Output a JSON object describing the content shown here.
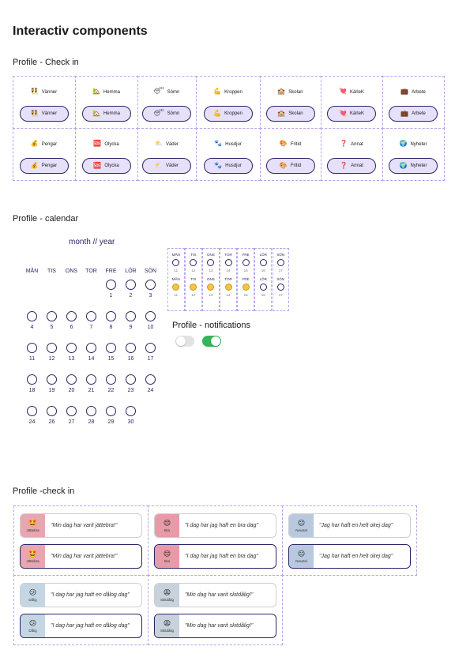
{
  "page": {
    "title": "Interactiv components",
    "section_checkin": "Profile - Check in",
    "section_calendar": "Profile - calendar",
    "section_notifications": "Profile - notifications",
    "section_moods": "Profile -check in"
  },
  "checkin": {
    "items": [
      {
        "emoji": "👯",
        "label": "Vänner"
      },
      {
        "emoji": "🏡",
        "label": "Hemma"
      },
      {
        "emoji": "😴",
        "label": "Sömn"
      },
      {
        "emoji": "💪",
        "label": "Kroppen"
      },
      {
        "emoji": "🏫",
        "label": "Skolan"
      },
      {
        "emoji": "💘",
        "label": "KärleK"
      },
      {
        "emoji": "💼",
        "label": "Arbete"
      },
      {
        "emoji": "💰",
        "label": "Pengar"
      },
      {
        "emoji": "🆘",
        "label": "Olycka"
      },
      {
        "emoji": "⛅",
        "label": "Väder"
      },
      {
        "emoji": "🐾",
        "label": "Husdjur"
      },
      {
        "emoji": "🎨",
        "label": "Fritid"
      },
      {
        "emoji": "❓",
        "label": "Annat"
      },
      {
        "emoji": "🌍",
        "label": "Nyheter"
      }
    ]
  },
  "calendar": {
    "title": "month // year",
    "weekdays": [
      "MÅN",
      "TIS",
      "ONS",
      "TOR",
      "FRE",
      "LÖR",
      "SÖN"
    ],
    "weeks": [
      [
        "",
        "",
        "",
        "",
        "1",
        "2",
        "3"
      ],
      [
        "4",
        "5",
        "6",
        "7",
        "8",
        "9",
        "10"
      ],
      [
        "11",
        "12",
        "13",
        "14",
        "15",
        "16",
        "17"
      ],
      [
        "18",
        "19",
        "20",
        "21",
        "22",
        "23",
        "24"
      ],
      [
        "24",
        "26",
        "27",
        "28",
        "29",
        "30",
        ""
      ]
    ]
  },
  "week_strip": {
    "days": [
      {
        "label": "MÅN",
        "date": "11"
      },
      {
        "label": "TIS",
        "date": "12"
      },
      {
        "label": "ONS",
        "date": "13"
      },
      {
        "label": "TOR",
        "date": "14"
      },
      {
        "label": "FRE",
        "date": "15"
      },
      {
        "label": "LÖR",
        "date": "16"
      },
      {
        "label": "SÖN",
        "date": "17"
      }
    ],
    "faces": [
      "😊",
      "😊",
      "😑",
      "😊",
      "😡",
      "",
      ""
    ]
  },
  "notifications": {
    "toggles": [
      {
        "state": "off"
      },
      {
        "state": "on"
      }
    ],
    "on_color": "#34b559"
  },
  "moods": [
    {
      "label": "Jättebra",
      "face": "🤩",
      "text": "\"Min dag har varit jättebra!\"",
      "color": "#e8a6b0"
    },
    {
      "label": "Bra",
      "face": "😌",
      "text": "\"I dag har jag haft en bra dag\"",
      "color": "#e79aa8"
    },
    {
      "label": "Neutral",
      "face": "😐",
      "text": "\"Jag har haft en helt okej dag\"",
      "color": "#b8c8de"
    },
    {
      "label": "Dålig",
      "face": "😕",
      "text": "\"I dag har jag haft en dålog dag\"",
      "color": "#c4d6e4"
    },
    {
      "label": "Skitdålig",
      "face": "😩",
      "text": "\"Min dag har varit skitdålig!\"",
      "color": "#c8d2dc"
    }
  ],
  "colors": {
    "accent": "#2d2466",
    "pill_fill": "#e6e0fb",
    "dashed_border": "#b9a3ec"
  }
}
